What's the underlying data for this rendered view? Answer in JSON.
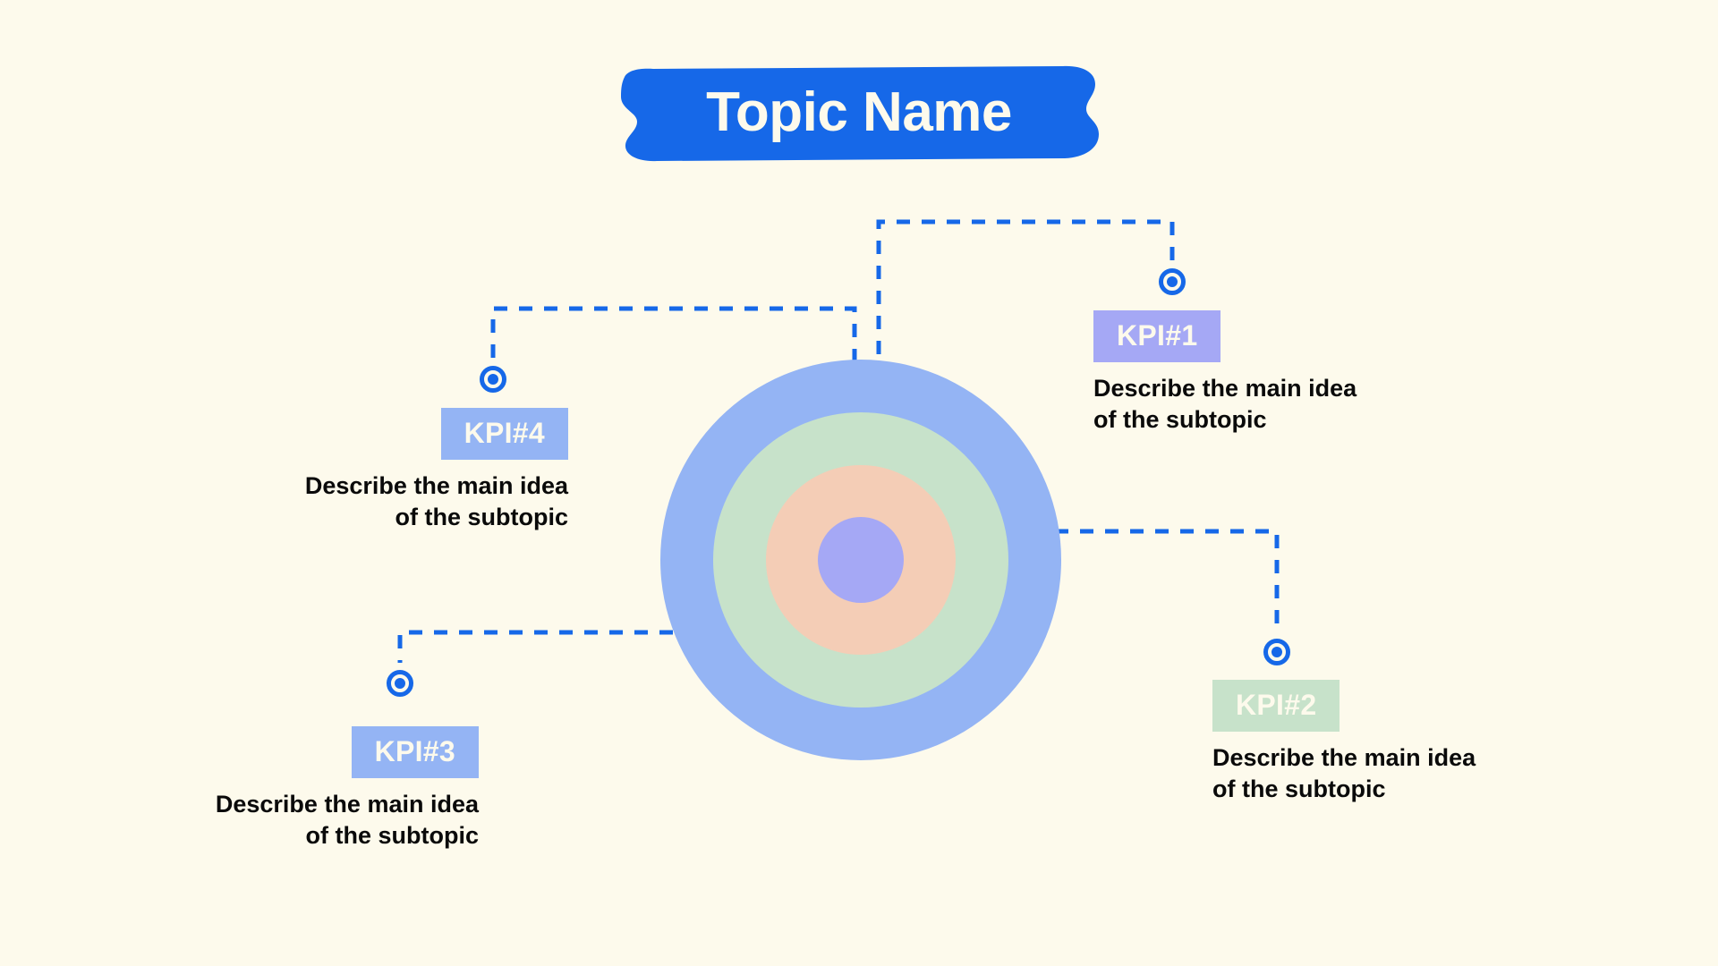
{
  "background_color": "#FDFAEC",
  "header": {
    "title": "Topic Name",
    "banner_color": "#1668E8",
    "title_color": "#FDFAEC"
  },
  "center": {
    "name": "concentric-target-diagram",
    "rings": [
      {
        "name": "outer-ring",
        "color": "#94B4F4",
        "diameter": 448
      },
      {
        "name": "green-ring",
        "color": "#C7E2CA",
        "diameter": 330
      },
      {
        "name": "peach-ring",
        "color": "#F4CDB6",
        "diameter": 212
      },
      {
        "name": "core-circle",
        "color": "#A5A8F5",
        "diameter": 96
      }
    ]
  },
  "connector": {
    "color": "#1668E8",
    "style": "dashed",
    "marker_ring_color": "#1668E8",
    "marker_fill_color": "#1668E8"
  },
  "kpis": [
    {
      "id": "kpi-1",
      "label": "KPI#1",
      "description": "Describe the main idea\nof the subtopic",
      "badge_color": "#A5A8F5",
      "label_color": "#FDFAEC",
      "align": "left",
      "position": "top-right"
    },
    {
      "id": "kpi-2",
      "label": "KPI#2",
      "description": "Describe the main idea\nof the subtopic",
      "badge_color": "#C7E2CA",
      "label_color": "#FDFAEC",
      "align": "left",
      "position": "bottom-right"
    },
    {
      "id": "kpi-3",
      "label": "KPI#3",
      "description": "Describe the main idea\nof the subtopic",
      "badge_color": "#94B4F4",
      "label_color": "#FDFAEC",
      "align": "right",
      "position": "bottom-left"
    },
    {
      "id": "kpi-4",
      "label": "KPI#4",
      "description": "Describe the main idea\nof the subtopic",
      "badge_color": "#94B4F4",
      "label_color": "#FDFAEC",
      "align": "right",
      "position": "mid-left"
    }
  ]
}
